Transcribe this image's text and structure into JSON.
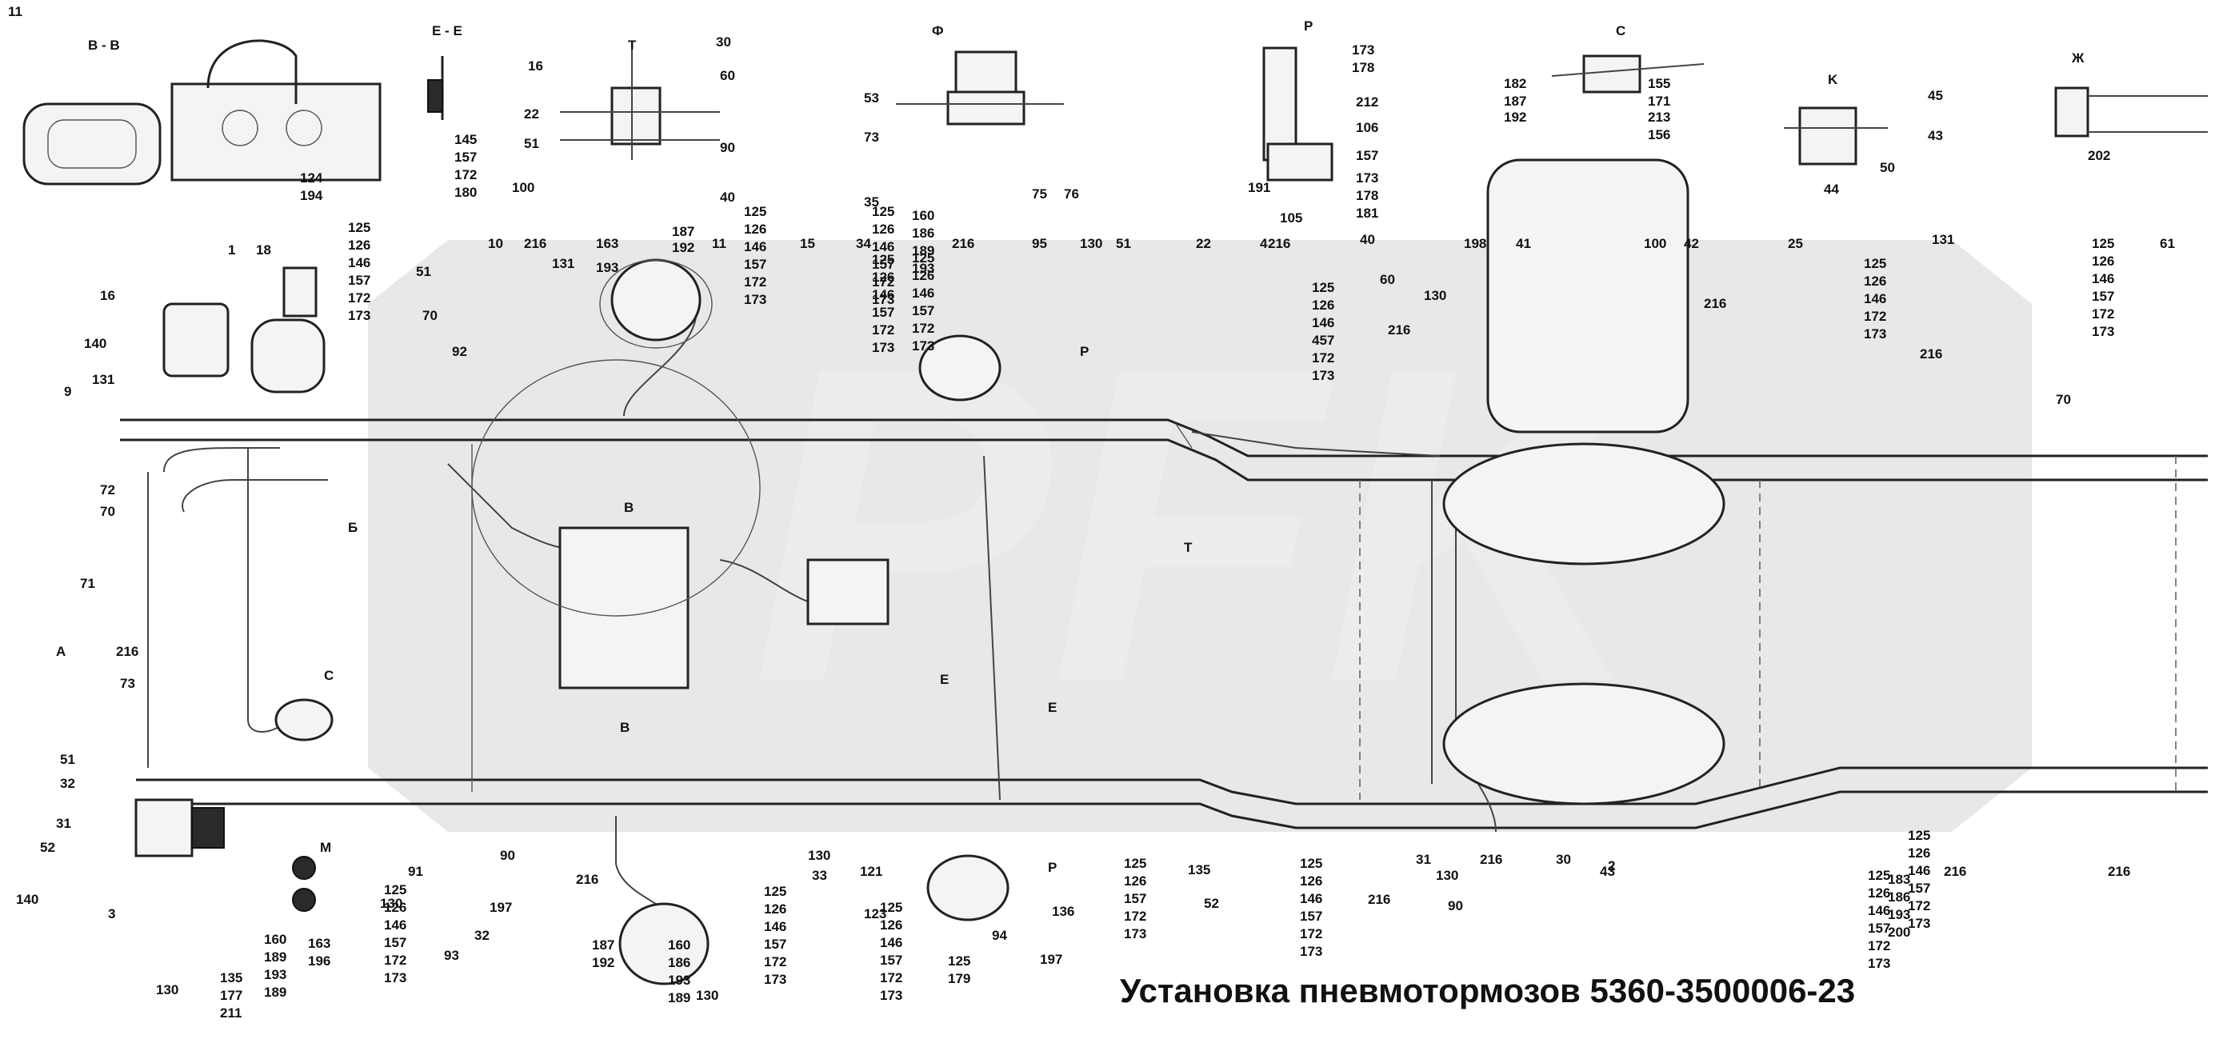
{
  "title": "Установка пневмотормозов 5360-3500006-23",
  "watermark": "PFK",
  "view_labels": [
    "B - B",
    "E - E",
    "T",
    "Ф",
    "P",
    "C",
    "K",
    "Ж",
    "A",
    "Б",
    "B",
    "B",
    "C",
    "P",
    "P",
    "T",
    "E",
    "E",
    "M"
  ],
  "callouts_single": [
    "124",
    "194",
    "16",
    "22",
    "51",
    "100",
    "30",
    "60",
    "90",
    "40",
    "53",
    "73",
    "35",
    "75",
    "76",
    "173",
    "178",
    "212",
    "106",
    "157",
    "191",
    "105",
    "173",
    "178",
    "181",
    "182",
    "187",
    "192",
    "155",
    "171",
    "213",
    "156",
    "45",
    "43",
    "50",
    "44",
    "202",
    "1",
    "18",
    "16",
    "140",
    "9",
    "131",
    "72",
    "70",
    "71",
    "216",
    "73",
    "51",
    "32",
    "31",
    "52",
    "140",
    "3",
    "130",
    "10",
    "216",
    "131",
    "51",
    "70",
    "92",
    "163",
    "193",
    "187",
    "192",
    "11",
    "15",
    "34",
    "216",
    "95",
    "130",
    "51",
    "22",
    "4",
    "216",
    "40",
    "60",
    "216",
    "130",
    "198",
    "41",
    "100",
    "42",
    "216",
    "25",
    "131",
    "216",
    "70",
    "61",
    "130",
    "91",
    "90",
    "93",
    "32",
    "197",
    "216",
    "130",
    "33",
    "121",
    "123",
    "94",
    "197",
    "136",
    "135",
    "52",
    "216",
    "31",
    "130",
    "90",
    "216",
    "30",
    "43",
    "2",
    "216",
    "216",
    "130",
    "11"
  ],
  "callout_stacks": [
    [
      "145",
      "157",
      "172",
      "180"
    ],
    [
      "125",
      "126",
      "146",
      "157",
      "172",
      "173"
    ],
    [
      "125",
      "126",
      "146",
      "157",
      "172",
      "173"
    ],
    [
      "125",
      "126",
      "146",
      "157",
      "172",
      "173"
    ],
    [
      "160",
      "186",
      "189",
      "193"
    ],
    [
      "125",
      "126",
      "146",
      "457",
      "172",
      "173"
    ],
    [
      "125",
      "126",
      "146",
      "172",
      "173"
    ],
    [
      "125",
      "126",
      "146",
      "157",
      "172",
      "173"
    ],
    [
      "125",
      "126",
      "146",
      "157",
      "172",
      "173"
    ],
    [
      "125",
      "126",
      "146",
      "157",
      "172",
      "173"
    ],
    [
      "125",
      "126",
      "146",
      "157",
      "172",
      "173"
    ],
    [
      "125",
      "126",
      "146",
      "157",
      "172",
      "173"
    ],
    [
      "125",
      "126",
      "146",
      "157",
      "172",
      "173"
    ],
    [
      "125",
      "126",
      "146",
      "157",
      "172",
      "173"
    ],
    [
      "125",
      "126",
      "146",
      "157",
      "172",
      "173"
    ],
    [
      "125",
      "126",
      "146",
      "157",
      "172",
      "173"
    ],
    [
      "183",
      "186",
      "193",
      "200"
    ],
    [
      "135",
      "177",
      "211"
    ],
    [
      "160",
      "189",
      "193",
      "189"
    ],
    [
      "163",
      "196"
    ],
    [
      "187",
      "192"
    ],
    [
      "160",
      "186",
      "193",
      "189"
    ],
    [
      "125",
      "179"
    ],
    [
      "125",
      "126",
      "157",
      "172",
      "173"
    ]
  ],
  "colors": {
    "line": "#222222",
    "watermark": "#d6d6d6",
    "background": "#ffffff"
  }
}
